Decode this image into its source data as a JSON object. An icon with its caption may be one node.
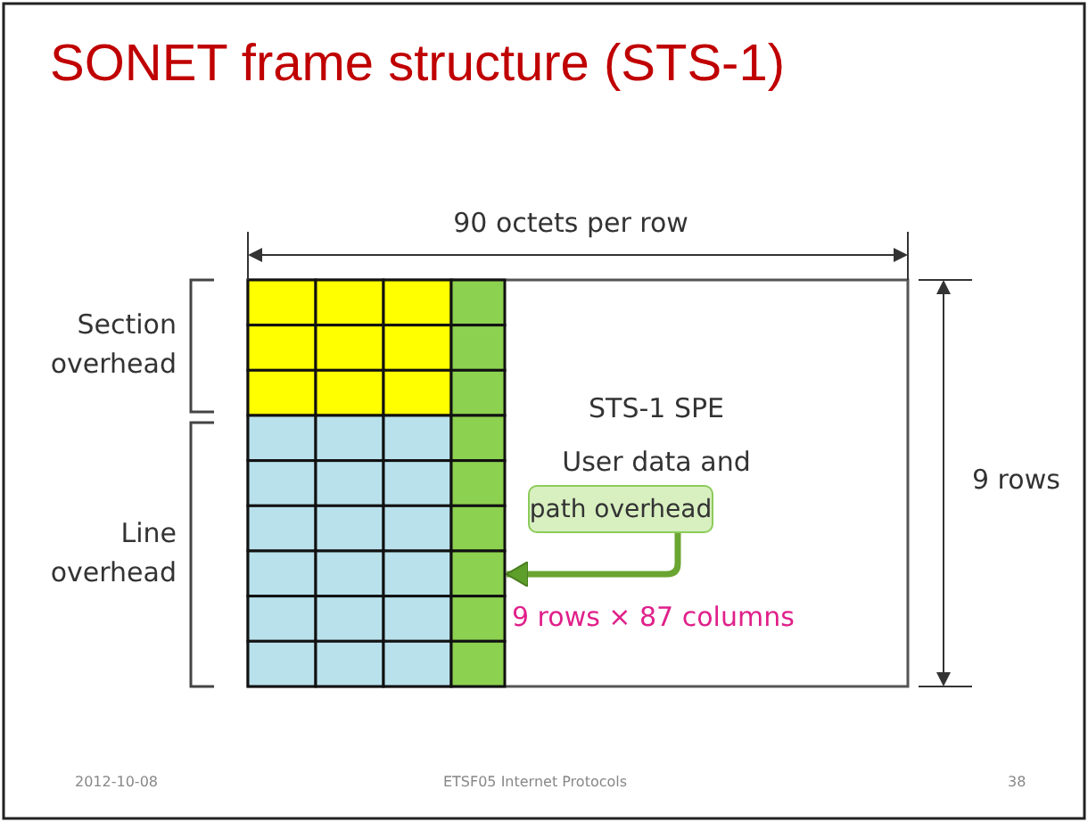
{
  "diagram": {
    "title": "SONET frame structure (STS-1)",
    "nodes": [
      {
        "text": [
          "path overhead"
        ]
      },
      {
        "text": [],
        "shape": "bar"
      }
    ],
    "edges": [
      {
        "from": 0,
        "to": 1,
        "arrow": "to"
      }
    ],
    "labels": [
      "90 octets per row",
      "Section overhead",
      "STS-1 SPE",
      "User data and",
      "9 rows",
      "Line overhead",
      "9 rows × 87 columns",
      "2012-10-08",
      "ETSF05 Internet Protocols",
      "38"
    ]
  }
}
